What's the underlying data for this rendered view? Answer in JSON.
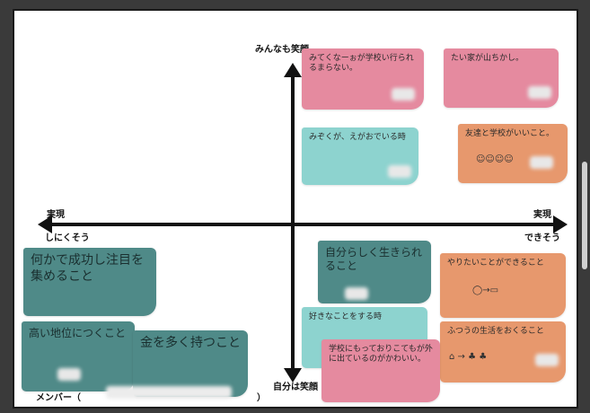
{
  "axes": {
    "top": "みんなも笑顔",
    "bottom": "自分は笑顔",
    "left_line1": "実現",
    "left_line2": "しにくそう",
    "right_line1": "実現",
    "right_line2": "できそう"
  },
  "footer": {
    "member_label": "メンバー（",
    "member_close": "）"
  },
  "notes": {
    "pink_top_left": "みてくなーぉが学校い行られるまらない。",
    "pink_top_right": "たい家が山ちかし。",
    "teal_top_left": "みぞくが、えがおでいる時",
    "orange_top_right": "友達と学校がいいこと。",
    "slate_left_top": "何かで成功し注目を集めること",
    "slate_left_bottom1": "高い地位につくこと",
    "slate_left_bottom2": "金を多く持つこと",
    "slate_center": "自分らしく生きられること",
    "teal_center": "好きなことをする時",
    "orange_right_mid": "やりたいことができること",
    "orange_right_bottom": "ふつうの生活をおくること",
    "pink_bottom_center": "学校にもっておりこてもが外に出ているのがかわいい。"
  },
  "colors": {
    "pink": "#e58a9f",
    "teal": "#8dd3cf",
    "orange": "#e7986d",
    "slate": "#4f8a88"
  }
}
